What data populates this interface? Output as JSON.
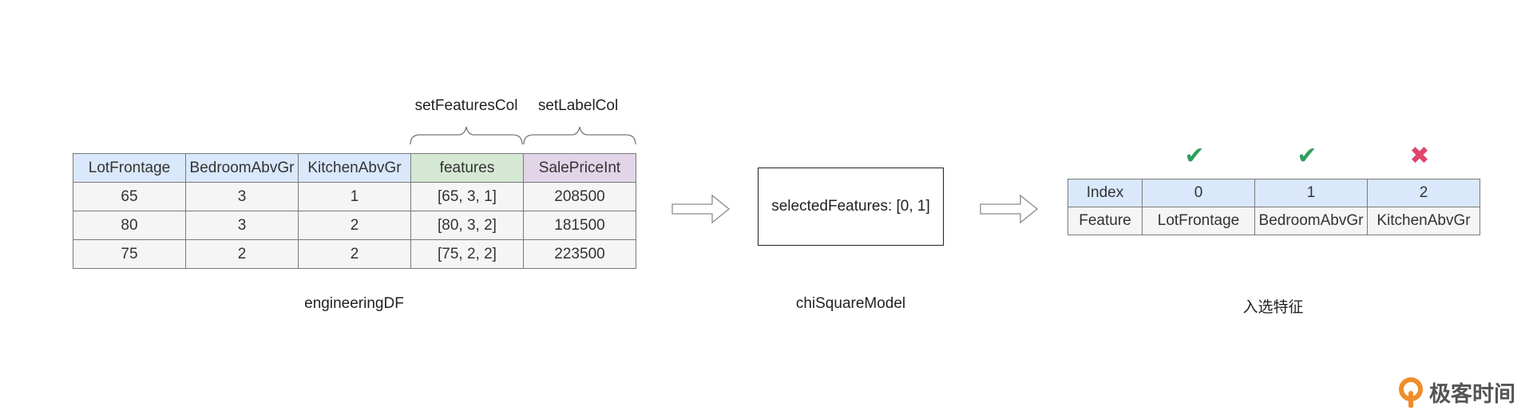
{
  "brackets": {
    "features_label": "setFeaturesCol",
    "label_label": "setLabelCol"
  },
  "df_table": {
    "headers": [
      "LotFrontage",
      "BedroomAbvGr",
      "KitchenAbvGr",
      "features",
      "SalePriceInt"
    ],
    "rows": [
      [
        "65",
        "3",
        "1",
        "[65, 3, 1]",
        "208500"
      ],
      [
        "80",
        "3",
        "2",
        "[80, 3, 2]",
        "181500"
      ],
      [
        "75",
        "2",
        "2",
        "[75, 2, 2]",
        "223500"
      ]
    ],
    "caption": "engineeringDF"
  },
  "model": {
    "box_text": "selectedFeatures: [0, 1]",
    "caption": "chiSquareModel"
  },
  "selection": {
    "header_row": [
      "Index",
      "0",
      "1",
      "2"
    ],
    "feature_row": [
      "Feature",
      "LotFrontage",
      "BedroomAbvGr",
      "KitchenAbvGr"
    ],
    "marks": [
      "✔",
      "✔",
      "✖"
    ],
    "caption": "入选特征"
  },
  "colors": {
    "header_blue": "#dae8fc",
    "features_green": "#d5e8d4",
    "label_purple": "#e1d5e7",
    "check_green": "#2e9e5b",
    "cross_red": "#e0456a",
    "logo_orange": "#f08c2a"
  },
  "logo": {
    "text": "极客时间"
  }
}
